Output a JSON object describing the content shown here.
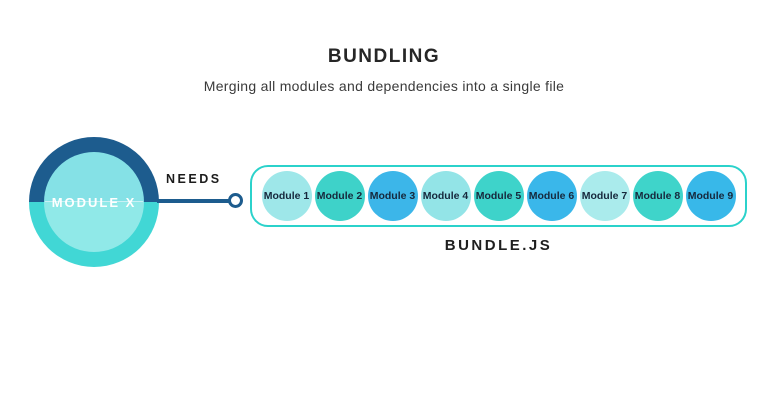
{
  "header": {
    "title": "BUNDLING",
    "subtitle": "Merging all modules and dependencies into a single file"
  },
  "diagram": {
    "module_x_label": "MODULE X",
    "connector_label": "NEEDS",
    "bundle": {
      "label": "BUNDLE.JS",
      "modules": [
        {
          "label": "Module 1",
          "color": "#9ee7e9"
        },
        {
          "label": "Module 2",
          "color": "#3ed2c9"
        },
        {
          "label": "Module 3",
          "color": "#3cb6e9"
        },
        {
          "label": "Module 4",
          "color": "#93e4e7"
        },
        {
          "label": "Module 5",
          "color": "#3ed3ca"
        },
        {
          "label": "Module 6",
          "color": "#3ab7ea"
        },
        {
          "label": "Module 7",
          "color": "#aaebec"
        },
        {
          "label": "Module 8",
          "color": "#3fd4ca"
        },
        {
          "label": "Module 9",
          "color": "#38b8e9"
        }
      ]
    },
    "colors": {
      "navy": "#1d5c8e",
      "turquoise": "#41d7d5",
      "inner_top": "#85e1e6",
      "inner_bottom": "#90e9e8",
      "box_border": "#2bd2cb",
      "title_text": "#262626",
      "subtitle_text": "#3a3a3a",
      "needs_text": "#1c1c1c",
      "module_text": "#16283c",
      "bundle_label_text": "#1f1f1f"
    }
  }
}
